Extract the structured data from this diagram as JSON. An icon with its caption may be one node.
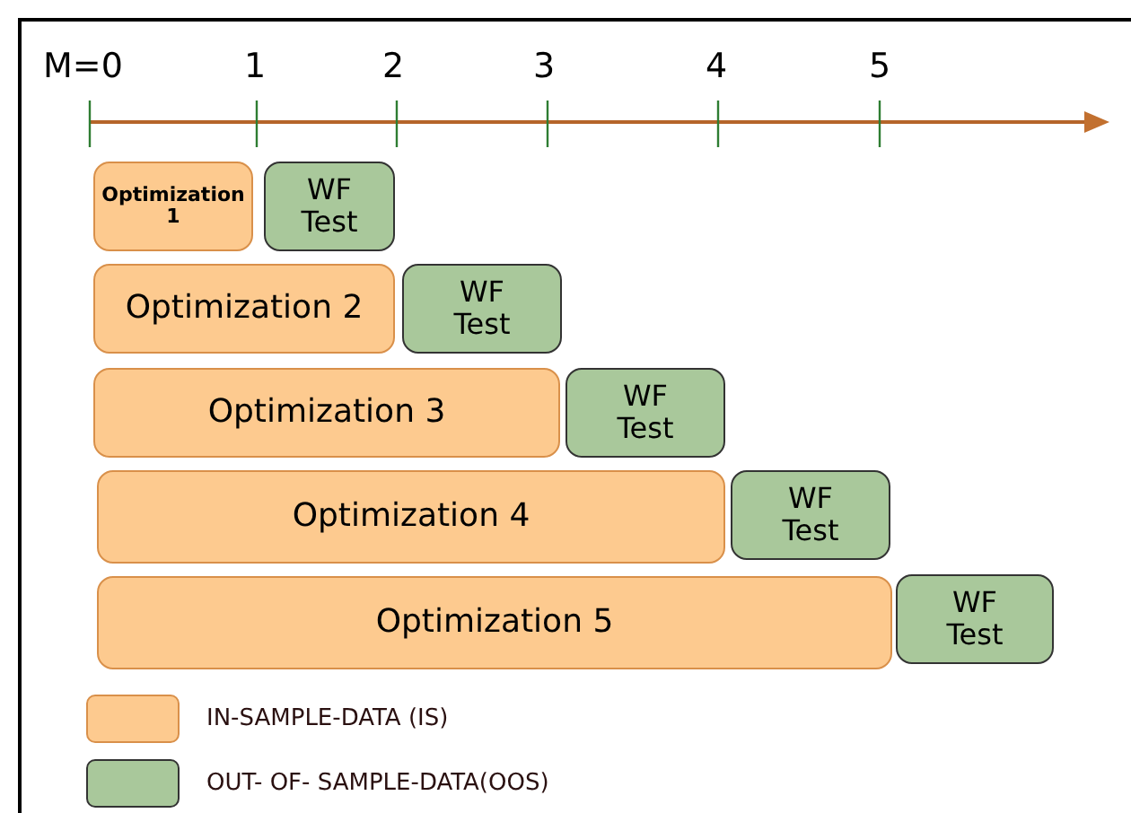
{
  "diagram": {
    "nodes": [
      {
        "text": [
          "Optimization 1"
        ]
      },
      {
        "text": [
          "WF Test"
        ]
      },
      {
        "text": [
          "Optimization 2"
        ]
      },
      {
        "text": [
          "WF Test"
        ]
      },
      {
        "text": [
          "Optimization 3"
        ]
      },
      {
        "text": [
          "WF Test"
        ]
      },
      {
        "text": [
          "Optimization 4"
        ]
      },
      {
        "text": [
          "WF Test"
        ]
      },
      {
        "text": [
          "Optimization 5"
        ]
      },
      {
        "text": [
          "WF Test"
        ]
      }
    ],
    "labels": [
      "M=0",
      "1",
      "2",
      "3",
      "4",
      "5"
    ],
    "legend": [
      {
        "text": "IN-SAMPLE-DATA (IS)",
        "color": "#fdca8f"
      },
      {
        "text": "OUT- OF- SAMPLE-DATA(OOS)",
        "color": "#a9c89b"
      }
    ]
  }
}
